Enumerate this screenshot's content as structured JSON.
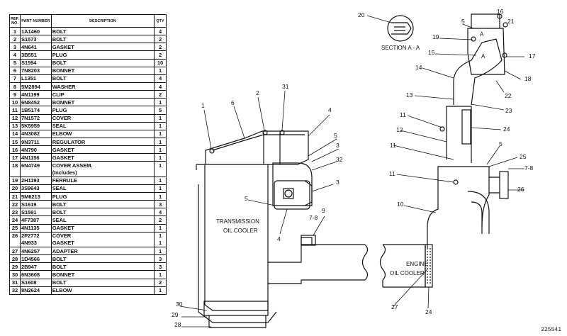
{
  "table": {
    "headers": {
      "ref": "REF. NO.",
      "part": "PART NUMBER",
      "description": "DESCRIPTION",
      "qty": "QTY"
    },
    "rows": [
      {
        "ref": "1",
        "part": "1A1460",
        "desc": "BOLT",
        "qty": "4"
      },
      {
        "ref": "2",
        "part": "S1573",
        "desc": "BOLT",
        "qty": "2"
      },
      {
        "ref": "3",
        "part": "4N641",
        "desc": "GASKET",
        "qty": "2"
      },
      {
        "ref": "4",
        "part": "3B551",
        "desc": "PLUG",
        "qty": "2"
      },
      {
        "ref": "5",
        "part": "S1594",
        "desc": "BOLT",
        "qty": "10"
      },
      {
        "ref": "6",
        "part": "7N8203",
        "desc": "BONNET",
        "qty": "1"
      },
      {
        "ref": "7",
        "part": "L1351",
        "desc": "BOLT",
        "qty": "4"
      },
      {
        "ref": "8",
        "part": "5M2894",
        "desc": "WASHER",
        "qty": "4"
      },
      {
        "ref": "9",
        "part": "4N1199",
        "desc": "CLIP",
        "qty": "2"
      },
      {
        "ref": "10",
        "part": "6N8452",
        "desc": "BONNET",
        "qty": "1"
      },
      {
        "ref": "11",
        "part": "1B5174",
        "desc": "PLUG",
        "qty": "5"
      },
      {
        "ref": "12",
        "part": "7N1572",
        "desc": "COVER",
        "qty": "1"
      },
      {
        "ref": "13",
        "part": "5K5959",
        "desc": "SEAL",
        "qty": "1"
      },
      {
        "ref": "14",
        "part": "4N3082",
        "desc": "ELBOW",
        "qty": "1"
      },
      {
        "ref": "15",
        "part": "9N3711",
        "desc": "REGULATOR",
        "qty": "1"
      },
      {
        "ref": "16",
        "part": "4N790",
        "desc": "GASKET",
        "qty": "1"
      },
      {
        "ref": "17",
        "part": "4N1156",
        "desc": "GASKET",
        "qty": "1"
      },
      {
        "ref": "18",
        "part": "6N4749",
        "desc": "COVER ASSEM.",
        "qty": "1"
      },
      {
        "ref": "",
        "part": "",
        "desc": "(Includes)",
        "qty": ""
      },
      {
        "ref": "19",
        "part": "2H1193",
        "desc": "FERRULE",
        "qty": "1"
      },
      {
        "ref": "20",
        "part": "3S9643",
        "desc": "SEAL",
        "qty": "1"
      },
      {
        "ref": "21",
        "part": "5M6213",
        "desc": "PLUG",
        "qty": "1"
      },
      {
        "ref": "22",
        "part": "S1619",
        "desc": "BOLT",
        "qty": "3"
      },
      {
        "ref": "23",
        "part": "S1591",
        "desc": "BOLT",
        "qty": "4"
      },
      {
        "ref": "24",
        "part": "4F7387",
        "desc": "SEAL",
        "qty": "2"
      },
      {
        "ref": "25",
        "part": "4N1135",
        "desc": "GASKET",
        "qty": "1"
      },
      {
        "ref": "26",
        "part": "2P2772",
        "desc": "COVER",
        "qty": "1"
      },
      {
        "ref": "",
        "part": "4N933",
        "desc": "GASKET",
        "qty": "1"
      },
      {
        "ref": "27",
        "part": "4N6257",
        "desc": "ADAPTER",
        "qty": "1"
      },
      {
        "ref": "28",
        "part": "1D4566",
        "desc": "BOLT",
        "qty": "3"
      },
      {
        "ref": "29",
        "part": "2B947",
        "desc": "BOLT",
        "qty": "3"
      },
      {
        "ref": "30",
        "part": "6N3608",
        "desc": "BONNET",
        "qty": "1"
      },
      {
        "ref": "31",
        "part": "S1608",
        "desc": "BOLT",
        "qty": "2"
      },
      {
        "ref": "32",
        "part": "8N2624",
        "desc": "ELBOW",
        "qty": "1"
      }
    ]
  },
  "diagram": {
    "labels": {
      "transmission_cooler": [
        "TRANSMISSION",
        "OIL COOLER"
      ],
      "engine_cooler": [
        "ENGINE",
        "OIL COOLER"
      ],
      "section": "SECTION A - A",
      "section_marks": [
        "A",
        "A"
      ]
    },
    "callouts": [
      "1",
      "2",
      "31",
      "6",
      "4",
      "5",
      "3",
      "32",
      "3",
      "5",
      "4",
      "9",
      "7-8",
      "30",
      "29",
      "28",
      "20",
      "5",
      "16",
      "21",
      "19",
      "15",
      "17",
      "18",
      "22",
      "14",
      "13",
      "23",
      "11",
      "24",
      "12",
      "11",
      "5",
      "25",
      "7-8",
      "11",
      "26",
      "10",
      "27",
      "24"
    ]
  },
  "drawing_number": "225541"
}
